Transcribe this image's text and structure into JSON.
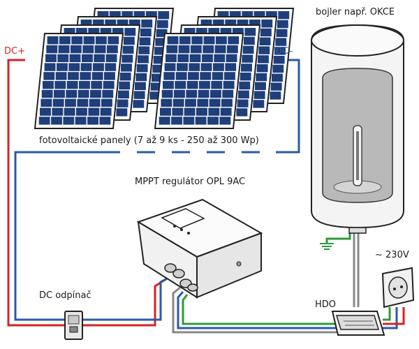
{
  "labels": {
    "dc_plus": "DC+",
    "dc_minus": "DC–",
    "boiler": "bojler např. OKCE",
    "panels": "fotovoltaické panely (7 až 9 ks - 250 až 300 Wp)",
    "regulator": "MPPT regulátor OPL 9AC",
    "dc_switch": "DC odpínač",
    "hdo": "HDO",
    "voltage": "~  230V"
  },
  "colors": {
    "dc_plus": "#d6222a",
    "dc_minus": "#2a5aa8",
    "ground": "#2e9a3a",
    "panel_cell": "#1f3f7a",
    "outline": "#222222"
  },
  "icons": {
    "ground": "ground-symbol-icon",
    "outlet": "power-outlet-icon"
  }
}
